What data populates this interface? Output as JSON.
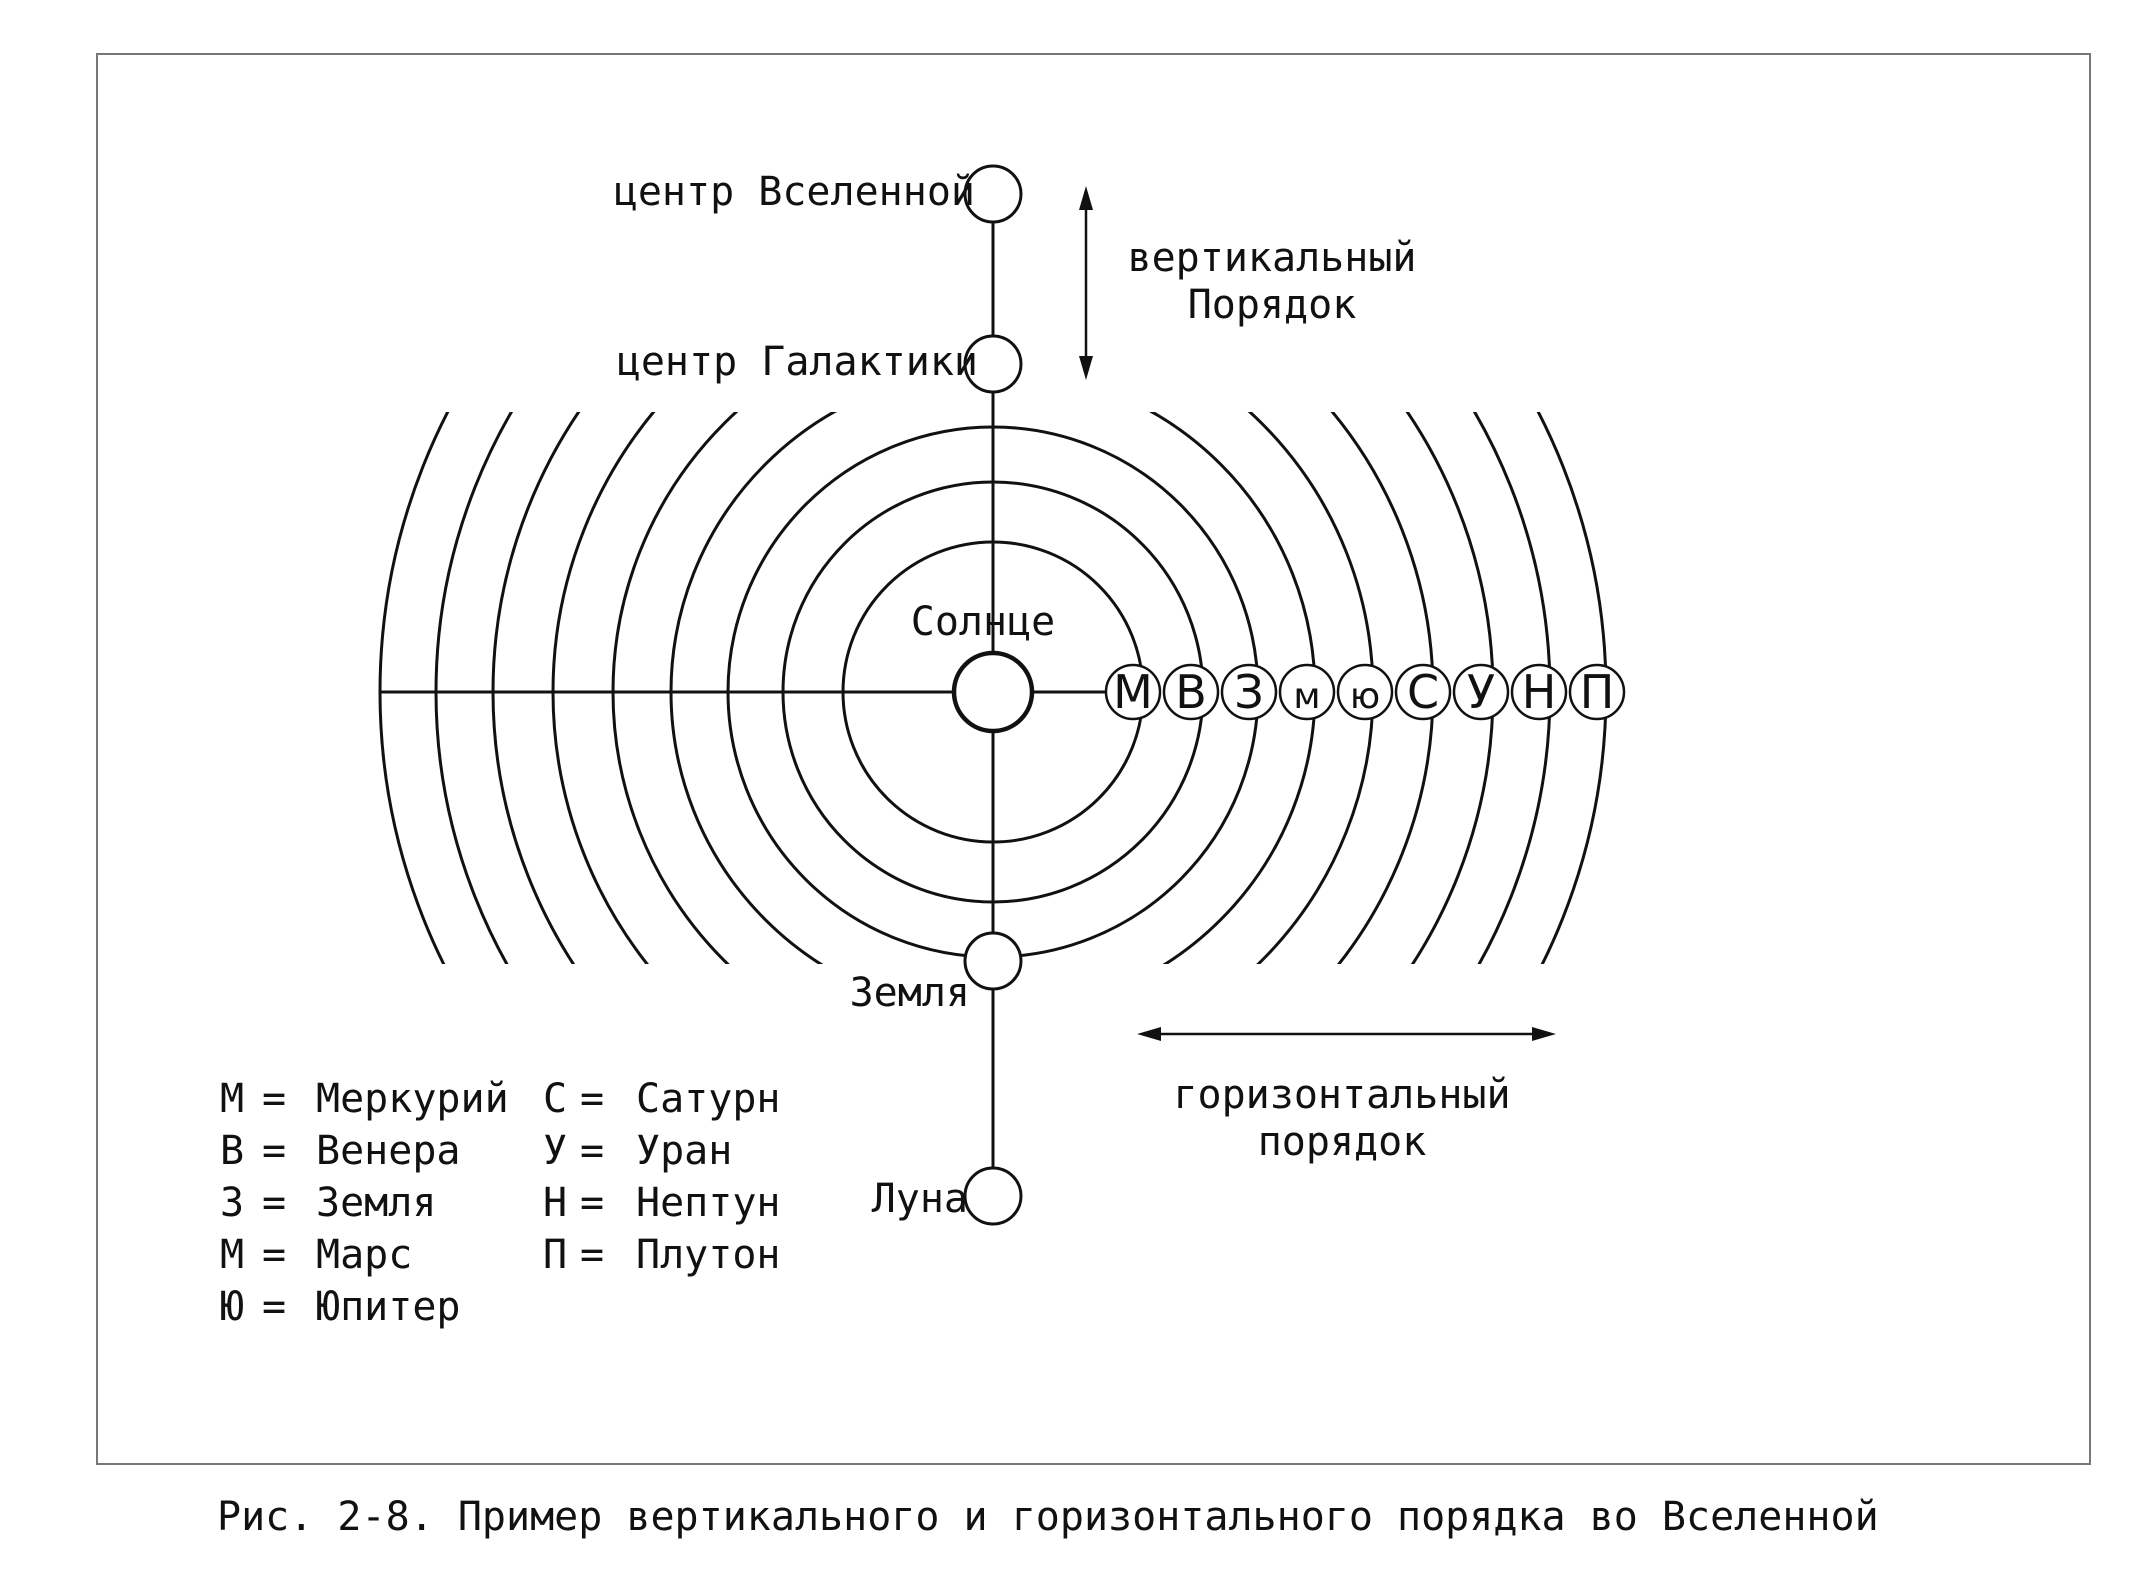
{
  "diagram": {
    "nodes": {
      "universe_center": "центр Вселенной",
      "galaxy_center": "центр Галактики",
      "sun": "Солнце",
      "earth": "Земля",
      "moon": "Луна"
    },
    "arrows": {
      "vertical": {
        "line1": "вертикальный",
        "line2": "Порядок"
      },
      "horizontal": {
        "line1": "горизонтальный",
        "line2": "порядок"
      }
    },
    "planets": [
      "М",
      "В",
      "З",
      "м",
      "ю",
      "С",
      "У",
      "Н",
      "П"
    ],
    "legend": {
      "left": [
        {
          "letter": "М",
          "eq": "=",
          "name": "Меркурий"
        },
        {
          "letter": "В",
          "eq": "=",
          "name": "Венера"
        },
        {
          "letter": "З",
          "eq": "=",
          "name": "Земля"
        },
        {
          "letter": "М",
          "eq": "=",
          "name": "Марс"
        },
        {
          "letter": "Ю",
          "eq": "=",
          "name": "Юпитер"
        }
      ],
      "right": [
        {
          "letter": "С",
          "eq": "=",
          "name": "Сатурн"
        },
        {
          "letter": "У",
          "eq": "=",
          "name": "Уран"
        },
        {
          "letter": "Н",
          "eq": "=",
          "name": "Нептун"
        },
        {
          "letter": "П",
          "eq": "=",
          "name": "Плутон"
        }
      ]
    }
  },
  "caption": "Рис. 2-8. Пример вертикального и горизонтального порядка во Вселенной"
}
